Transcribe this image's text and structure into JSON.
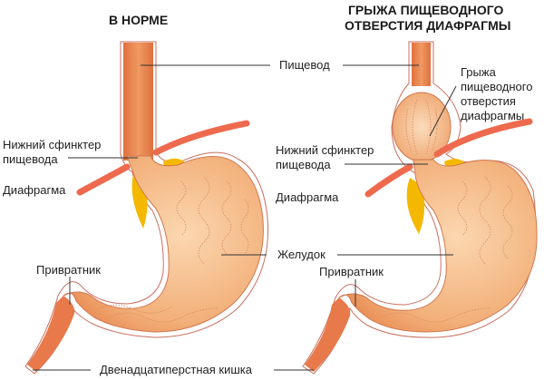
{
  "panels": {
    "normal": {
      "title": "В НОРМЕ"
    },
    "hernia": {
      "title_line1": "ГРЫЖА ПИЩЕВОДНОГО",
      "title_line2": "ОТВЕРСТИЯ ДИАФРАГМЫ"
    }
  },
  "labels": {
    "esophagus": "Пищевод",
    "hernia_1": "Грыжа",
    "hernia_2": "пищеводного",
    "hernia_3": "отверстия",
    "hernia_4": "диафрагмы",
    "lower_sphincter_l1": "Нижний сфинктер",
    "lower_sphincter_l2": "пищевода",
    "diaphragm": "Диафрагма",
    "stomach": "Желудок",
    "pylorus": "Привратник",
    "duodenum": "Двенадцатиперстная кишка"
  },
  "colors": {
    "tissue": "#f2b07a",
    "tissue_dark": "#e8794a",
    "diaphragm": "#ee6a4e",
    "fat": "#f5b800",
    "outline": "#c87060",
    "leader": "#333333"
  }
}
